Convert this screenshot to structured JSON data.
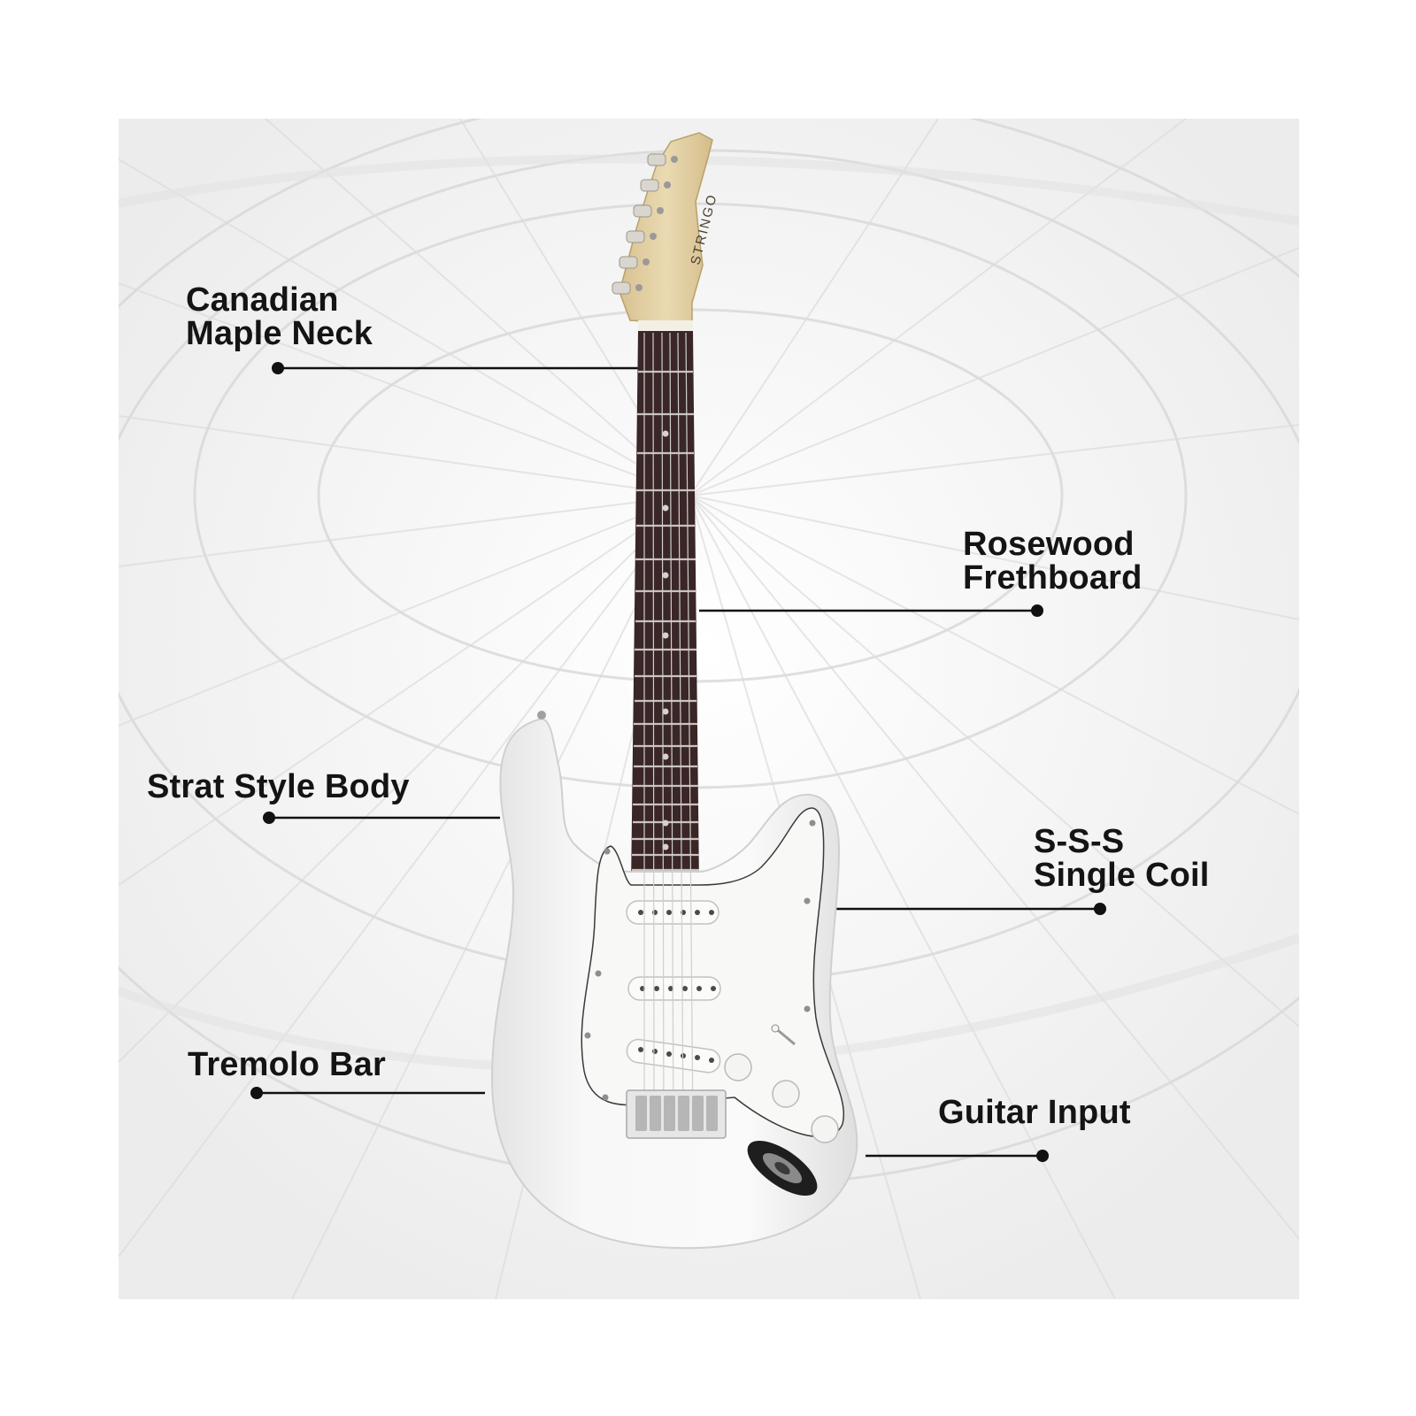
{
  "brand_text": "STRINGO",
  "colors": {
    "background": "#ffffff",
    "panel": "#f7f7f7",
    "label_text": "#141414",
    "leader_line": "#111111",
    "guitar_body": "#f3f4f3",
    "pickguard": "#f8f8f6",
    "fretboard": "#3a2627",
    "maple": "#e2cfa2"
  },
  "callouts": {
    "maple_neck": {
      "line1": "Canadian",
      "line2": "Maple Neck"
    },
    "fretboard": {
      "line1": "Rosewood",
      "line2": "Frethboard"
    },
    "body": {
      "line1": "Strat Style Body"
    },
    "pickups": {
      "line1": "S-S-S",
      "line2": "Single Coil"
    },
    "tremolo": {
      "line1": "Tremolo Bar"
    },
    "input": {
      "line1": "Guitar Input"
    }
  }
}
